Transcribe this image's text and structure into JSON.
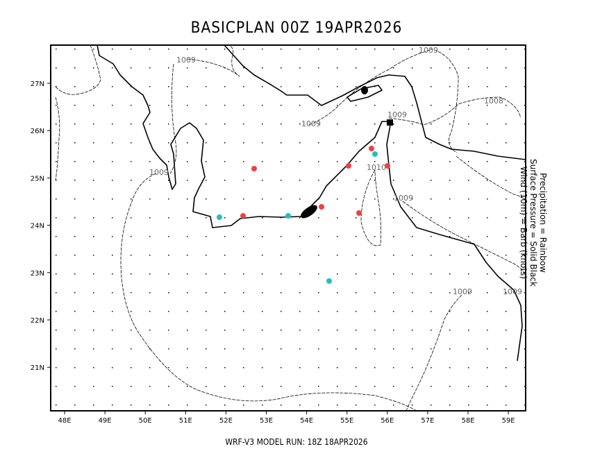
{
  "title": "BASICPLAN 00Z 19APR2026",
  "footer": "WRF-V3 MODEL RUN: 18Z 18APR2026",
  "legend": [
    "Precipitation = Rainbow",
    "Surface Pressure = Solid Black",
    "Wind (10m) = Barb (knots)"
  ],
  "lon_ticks": [
    "48E",
    "49E",
    "50E",
    "51E",
    "52E",
    "53E",
    "54E",
    "55E",
    "56E",
    "57E",
    "58E",
    "59E"
  ],
  "lat_ticks": [
    "27N",
    "26N",
    "25N",
    "24N",
    "23N",
    "22N",
    "21N"
  ],
  "isobar_labels": [
    "1009",
    "1009",
    "1008",
    "1009",
    "1009",
    "1009",
    "1010",
    "1009",
    "1009",
    "1009"
  ],
  "colors": {
    "precip_red": "#f04040",
    "precip_cyan": "#20c0c0"
  }
}
